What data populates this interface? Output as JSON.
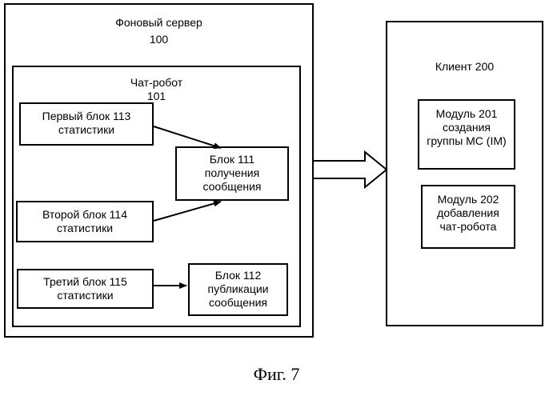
{
  "server": {
    "title": "Фоновый сервер",
    "number": "100"
  },
  "chatbot": {
    "title": "Чат-робот",
    "number": "101"
  },
  "blocks": {
    "stat_113": {
      "line1": "Первый блок 113",
      "line2": "статистики"
    },
    "stat_114": {
      "line1": "Второй блок 114",
      "line2": "статистики"
    },
    "stat_115": {
      "line1": "Третий блок 115",
      "line2": "статистики"
    },
    "receive_111": {
      "line1": "Блок 111",
      "line2": "получения",
      "line3": "сообщения"
    },
    "publish_112": {
      "line1": "Блок 112",
      "line2": "публикации",
      "line3": "сообщения"
    }
  },
  "client": {
    "title": "Клиент 200",
    "module_201": {
      "line1": "Модуль 201",
      "line2": "создания",
      "line3": "группы МС (IM)"
    },
    "module_202": {
      "line1": "Модуль 202",
      "line2": "добавления",
      "line3": "чат-робота"
    }
  },
  "caption": "Фиг. 7"
}
